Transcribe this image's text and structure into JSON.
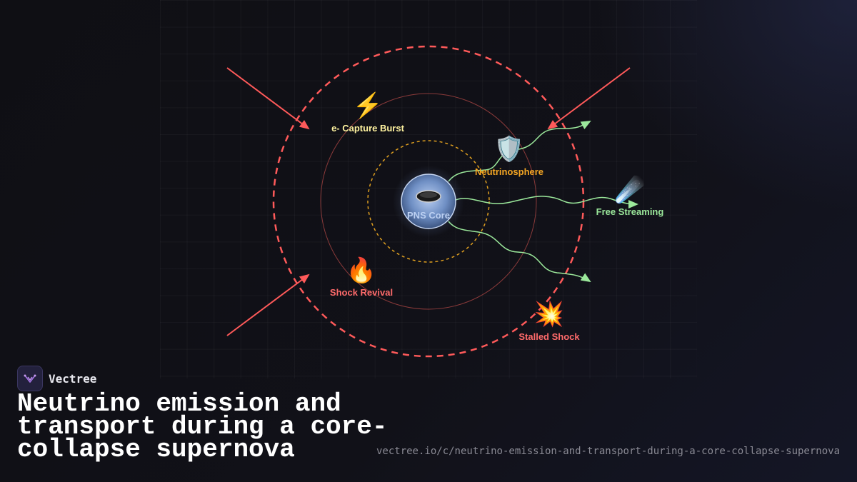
{
  "brand": {
    "name": "Vectree"
  },
  "title": "Neutrino emission and transport during a core-collapse supernova",
  "url": "vectree.io/c/neutrino-emission-and-transport-during-a-core-collapse-supernova",
  "diagram": {
    "core_label": "PNS Core",
    "nodes": [
      {
        "id": "capture",
        "label": "e- Capture Burst",
        "icon": "⚡",
        "icon_name": "lightning-icon",
        "color": "#fff3a0"
      },
      {
        "id": "neutrinosphere",
        "label": "Neutrinosphere",
        "icon": "🛡️",
        "icon_name": "shield-icon",
        "color": "#f5a623"
      },
      {
        "id": "free",
        "label": "Free Streaming",
        "icon": "☄️",
        "icon_name": "comet-icon",
        "color": "#9be89b"
      },
      {
        "id": "revival",
        "label": "Shock Revival",
        "icon": "🔥",
        "icon_name": "fire-icon",
        "color": "#ff6b6b"
      },
      {
        "id": "stalled",
        "label": "Stalled Shock",
        "icon": "💥",
        "icon_name": "explosion-icon",
        "color": "#ff6b6b"
      }
    ],
    "colors": {
      "shock": "#ff5a5a",
      "neutrinosphere_ring": "#e0a020",
      "outer_ring": "#8a3a3a",
      "neutrino_path": "#9be89b",
      "core": "#8fb0e8"
    }
  }
}
